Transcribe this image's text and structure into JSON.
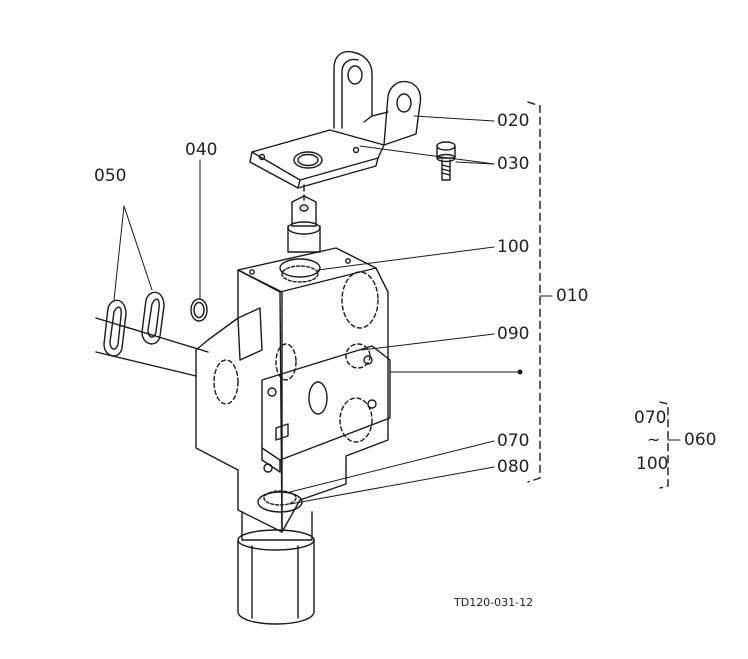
{
  "diagram": {
    "callouts": [
      {
        "id": "020",
        "label": "020"
      },
      {
        "id": "030",
        "label": "030"
      },
      {
        "id": "040",
        "label": "040"
      },
      {
        "id": "050",
        "label": "050"
      },
      {
        "id": "100",
        "label": "100"
      },
      {
        "id": "010",
        "label": "010"
      },
      {
        "id": "090",
        "label": "090"
      },
      {
        "id": "070",
        "label": "070"
      },
      {
        "id": "080",
        "label": "080"
      }
    ],
    "range_group": {
      "from": "070",
      "tilde": "~",
      "to": "100",
      "assembly": "060"
    },
    "reference_code": "TD120-031-12"
  }
}
